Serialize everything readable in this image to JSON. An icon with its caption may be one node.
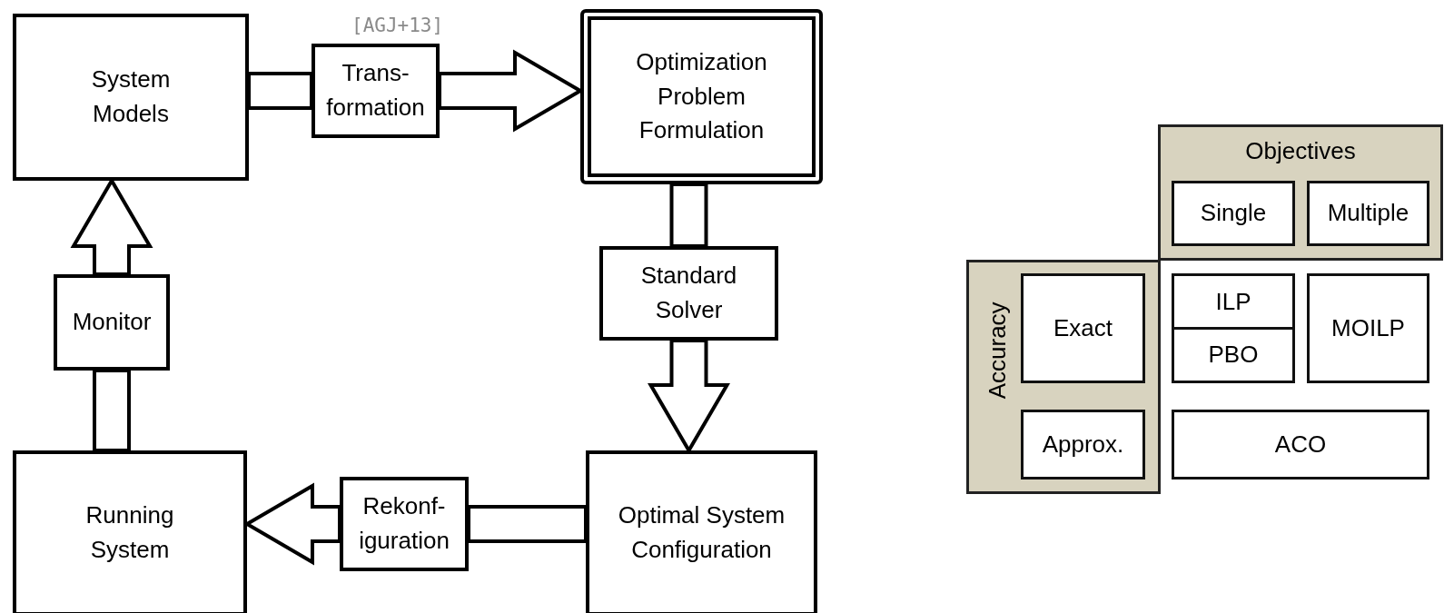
{
  "diagram": {
    "nodes": [
      {
        "text": [
          "System Models"
        ]
      },
      {
        "text": [
          "Trans- formation"
        ],
        "beside": [
          "[AGJ+13]"
        ]
      },
      {
        "text": [
          "Optimization Problem Formulation"
        ]
      },
      {
        "text": [
          "Standard Solver"
        ]
      },
      {
        "text": [
          "Optimal System Configuration"
        ]
      },
      {
        "text": [
          "Rekonf- iguration"
        ]
      },
      {
        "text": [
          "Running System"
        ]
      },
      {
        "text": [
          "Monitor"
        ]
      },
      {
        "text": [
          "Objectives"
        ]
      },
      {
        "text": [
          "Single"
        ],
        "in": 8
      },
      {
        "text": [
          "Multiple"
        ],
        "in": 8
      },
      {
        "text": [
          "Accuracy"
        ]
      },
      {
        "text": [
          "Exact"
        ],
        "in": 11
      },
      {
        "text": [
          "ILP"
        ]
      },
      {
        "text": [
          "PBO"
        ]
      },
      {
        "text": [
          "MOILP"
        ]
      },
      {
        "text": [
          "Approx."
        ],
        "in": 11
      },
      {
        "text": [
          "ACO"
        ]
      }
    ],
    "edges": [
      {
        "from": 0,
        "to": 1,
        "arrow": "none"
      },
      {
        "from": 1,
        "to": 2,
        "arrow": "to"
      },
      {
        "from": 2,
        "to": 3,
        "arrow": "none"
      },
      {
        "from": 3,
        "to": 4,
        "arrow": "to"
      },
      {
        "from": 4,
        "to": 5,
        "arrow": "none"
      },
      {
        "from": 5,
        "to": 6,
        "arrow": "to"
      },
      {
        "from": 6,
        "to": 7,
        "arrow": "none"
      },
      {
        "from": 7,
        "to": 0,
        "arrow": "to"
      }
    ]
  }
}
